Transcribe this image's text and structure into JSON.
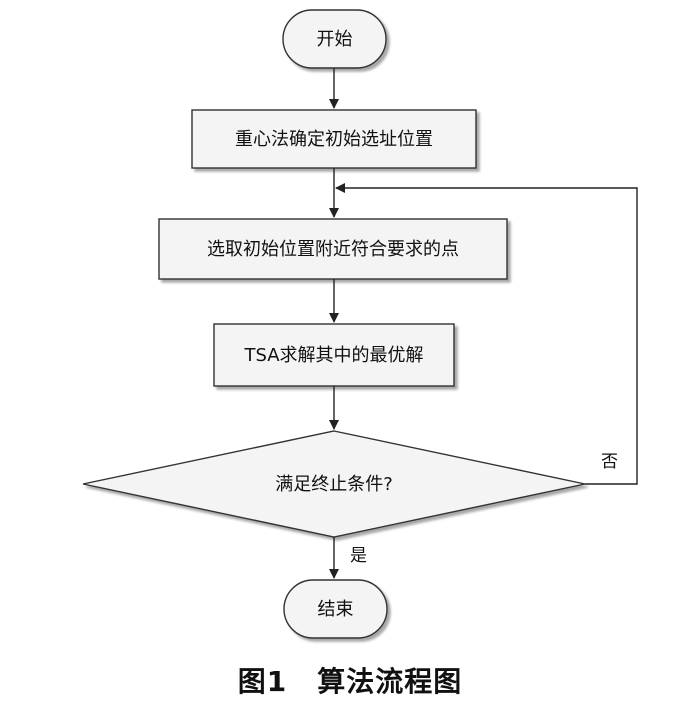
{
  "diagram": {
    "nodes": {
      "start": "开始",
      "step1": "重心法确定初始选址位置",
      "step2": "选取初始位置附近符合要求的点",
      "step3": "TSA求解其中的最优解",
      "decision": "满足终止条件?",
      "end": "结束"
    },
    "edges": {
      "yes": "是",
      "no": "否"
    }
  },
  "caption": {
    "figure_number": "图1",
    "title": "算法流程图"
  }
}
